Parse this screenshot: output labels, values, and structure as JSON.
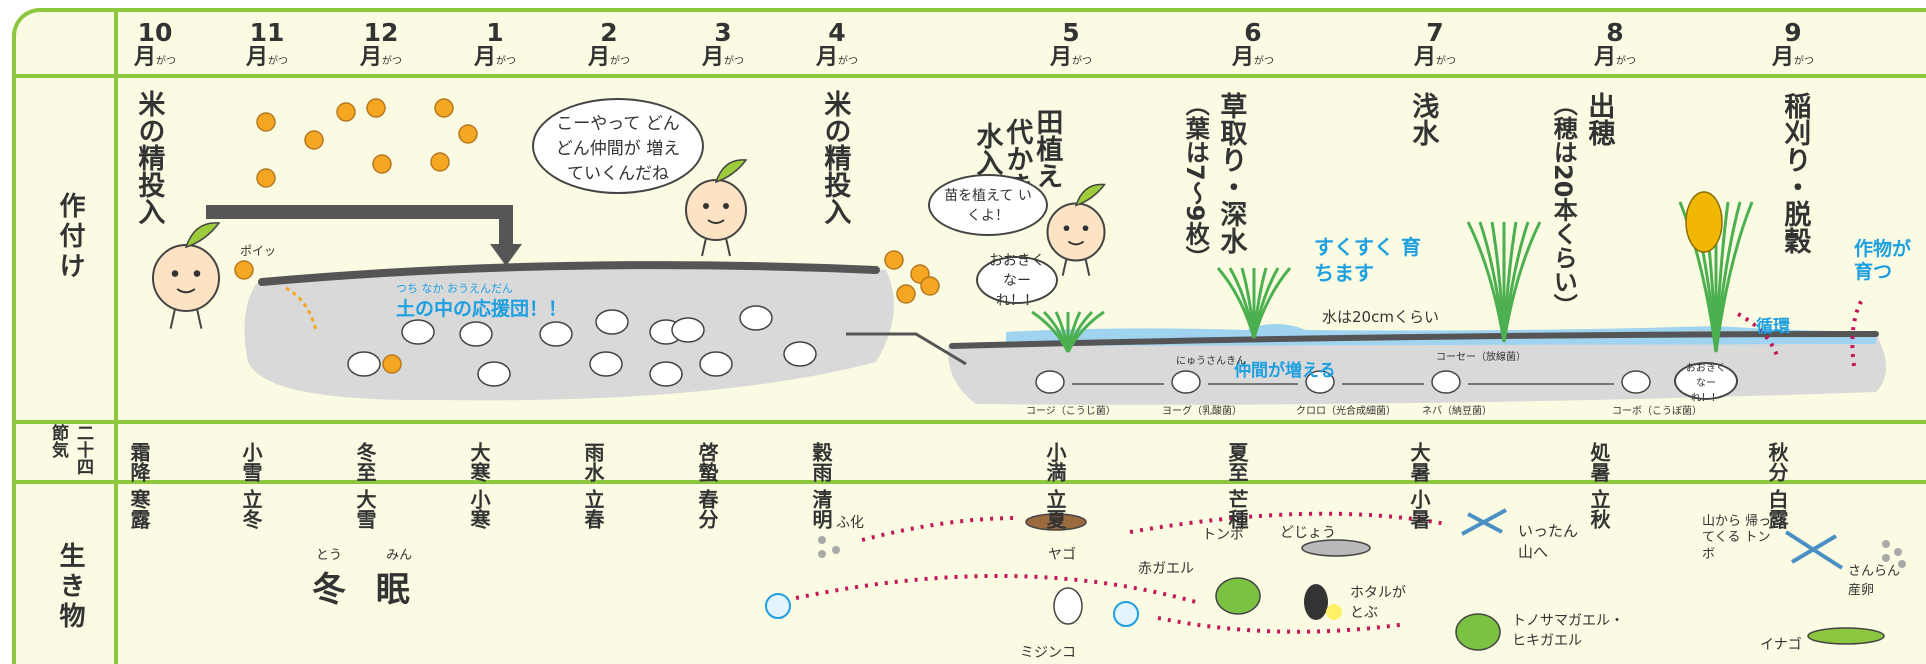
{
  "row_labels": {
    "crop": "作付け",
    "sekki": "二十四節気",
    "life": "生き物"
  },
  "months": [
    {
      "num": "10",
      "unit": "月",
      "ruby": "がつ"
    },
    {
      "num": "11",
      "unit": "月",
      "ruby": "がつ"
    },
    {
      "num": "12",
      "unit": "月",
      "ruby": "がつ"
    },
    {
      "num": "1",
      "unit": "月",
      "ruby": "がつ"
    },
    {
      "num": "2",
      "unit": "月",
      "ruby": "がつ"
    },
    {
      "num": "3",
      "unit": "月",
      "ruby": "がつ"
    },
    {
      "num": "4",
      "unit": "月",
      "ruby": "がつ"
    },
    {
      "num": "5",
      "unit": "月",
      "ruby": "がつ"
    },
    {
      "num": "6",
      "unit": "月",
      "ruby": "がつ"
    },
    {
      "num": "7",
      "unit": "月",
      "ruby": "がつ"
    },
    {
      "num": "8",
      "unit": "月",
      "ruby": "がつ"
    },
    {
      "num": "9",
      "unit": "月",
      "ruby": "がつ"
    }
  ],
  "tasks": {
    "rice_input_1": "米の精投入",
    "rice_input_2": "米の精投入",
    "mizuire": "水入れ",
    "shirokaki": "代かき",
    "taue": "田植え",
    "weeding": "草取り・深水",
    "weeding_note": "（葉は7〜9枚）",
    "asamizu": "浅水",
    "heading": "出穂",
    "heading_note": "（穂は20本くらい）",
    "harvest": "稲刈り・脱穀"
  },
  "soil": {
    "pop": "ポイッ",
    "cheer_ruby": "つち なか おうえんだん",
    "cheer": "土の中の応援団！！",
    "speech_1": "こーやって どんどん仲間が 増えていくんだね",
    "speech_2": "苗を植えて いくよ！",
    "speech_3": "おおきく なーれ！！",
    "speech_4": "おおきく なーれ！！",
    "grow": "すくすく 育ちます",
    "water": "水は20cmくらい",
    "friends": "仲間が増える",
    "cycle": "循環",
    "crops_grow": "作物が 育つ"
  },
  "microbes": [
    {
      "top": "",
      "bottom": "コージ（こうじ菌）"
    },
    {
      "top": "にゅうさんきん",
      "bottom": "ヨーグ（乳酸菌）"
    },
    {
      "top": "",
      "bottom": "クロロ（光合成細菌）"
    },
    {
      "top": "コーセー（放線菌）",
      "bottom": "ネバ（納豆菌）"
    },
    {
      "top": "",
      "bottom": "コーボ（こうぼ菌）"
    }
  ],
  "sekki": [
    "霜降 寒露",
    "小雪 立冬",
    "冬至 大雪",
    "大寒 小寒",
    "雨水 立春",
    "啓蟄 春分",
    "穀雨 清明",
    "小満 立夏",
    "夏至 芒種",
    "大暑 小暑",
    "処暑 立秋",
    "秋分 白露"
  ],
  "life": {
    "hibernation": "冬 眠",
    "hibernation_ruby": "とう みん",
    "hatch": "ふ化",
    "yago": "ヤゴ",
    "tonbo": "トンボ",
    "dojo": "どじょう",
    "akagaeru": "赤ガエル",
    "hotaru": "ホタルが とぶ",
    "mijinko": "ミジンコ",
    "to_mountain": "いったん 山へ",
    "tonosama": "トノサマガエル・ ヒキガエル",
    "return_tonbo": "山から 帰ってくる トンボ",
    "lay_eggs": "さんらん 産卵",
    "inago": "イナゴ"
  },
  "colors": {
    "frame": "#8dc63f",
    "background": "#fbfbe3",
    "soil": "#d9d9d9",
    "accent_blue": "#1ea0e0",
    "dotted": "#c2185b",
    "seed": "#f5a623"
  }
}
